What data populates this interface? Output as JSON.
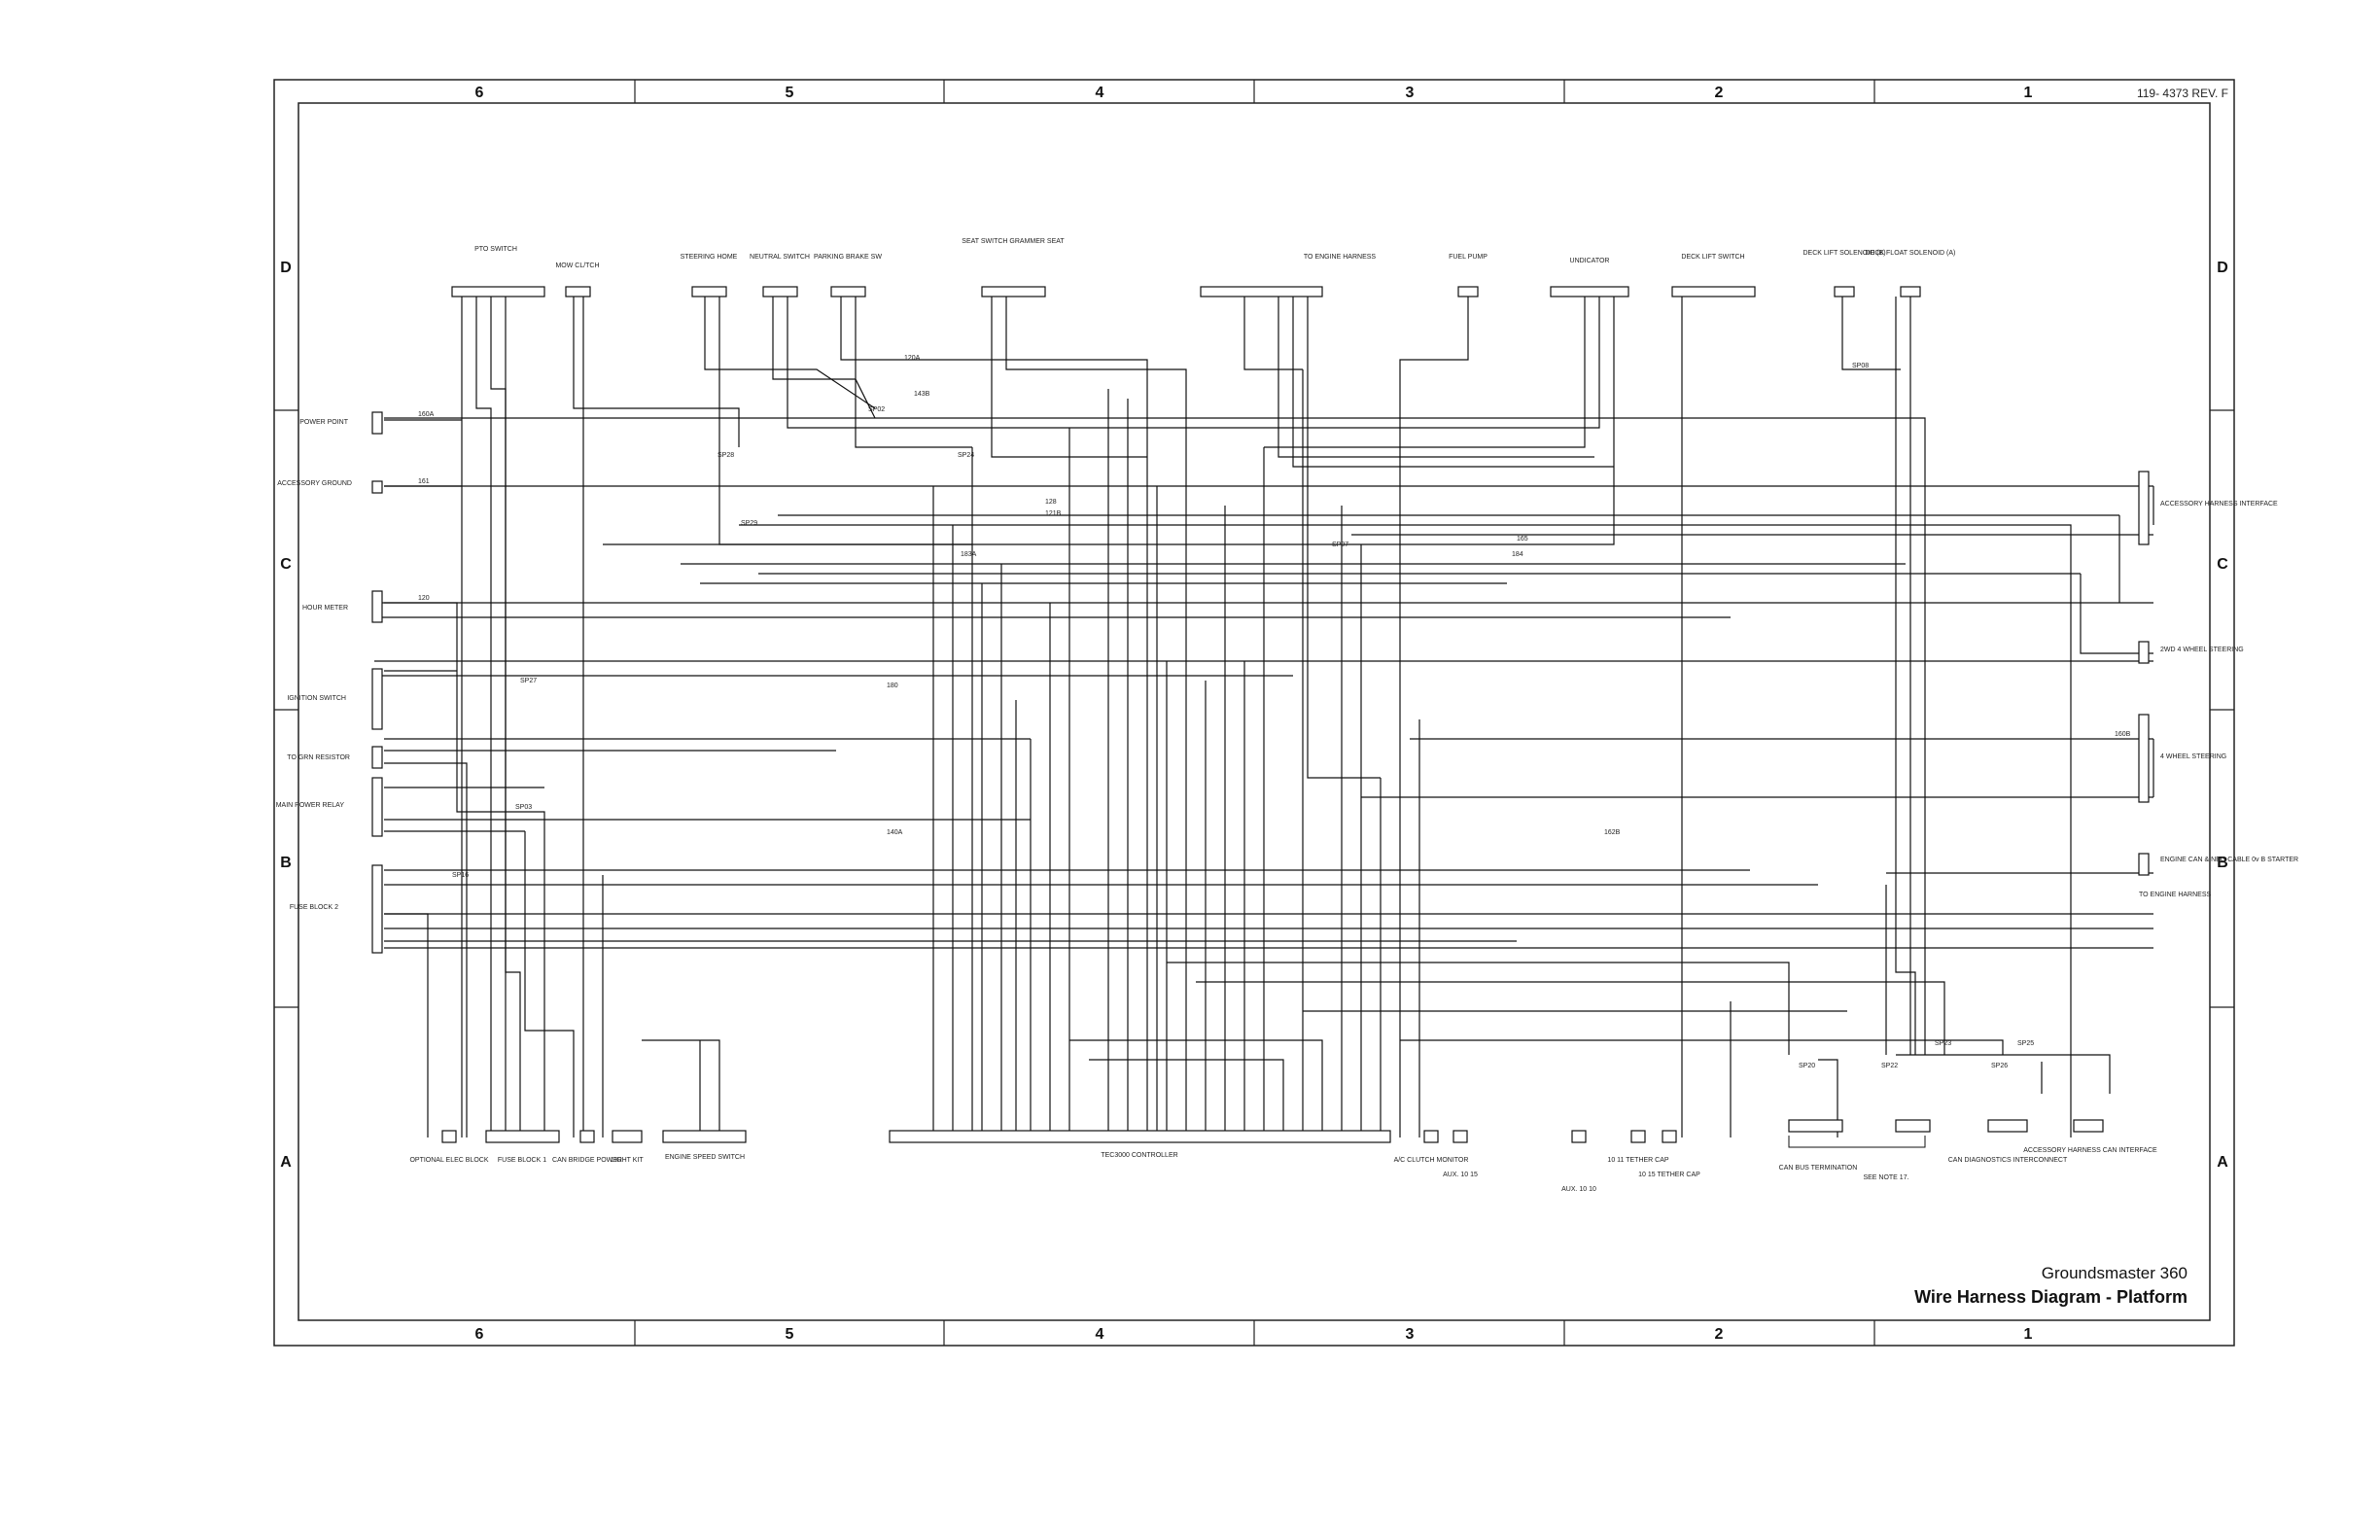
{
  "drawing_number": "119- 4373 REV. F",
  "title": {
    "model": "Groundsmaster 360",
    "name": "Wire Harness Diagram -  Platform"
  },
  "columns": [
    "6",
    "5",
    "4",
    "3",
    "2",
    "1"
  ],
  "rows": [
    "D",
    "C",
    "B",
    "A"
  ],
  "top_components": [
    "PTO SWITCH",
    "MOW CL/TCH",
    "STEERING HOME",
    "NEUTRAL SWITCH",
    "PARKING BRAKE SW",
    "SEAT SWITCH GRAMMER SEAT",
    "TO ENGINE HARNESS",
    "FUEL PUMP",
    "UNDICATOR",
    "DECK LIFT SWITCH",
    "DECK LIFT SOLENOID (B)",
    "DECK FLOAT SOLENOID (A)"
  ],
  "left_components": [
    "POWER POINT",
    "ACCESSORY GROUND",
    "HOUR METER",
    "IGNITION SWITCH",
    "TO GRN RESISTOR",
    "MAIN POWER RELAY",
    "FUSE BLOCK 2"
  ],
  "right_components": [
    "ACCESSORY HARNESS INTERFACE",
    "2WD 4 WHEEL STEERING",
    "4 WHEEL STEERING",
    "ENGINE CAN & NEG CABLE 0v B STARTER",
    "TO ENGINE HARNESS"
  ],
  "bottom_components": [
    "OPTIONAL ELEC BLOCK",
    "FUSE BLOCK 1",
    "CAN BRIDGE POWER",
    "LIGHT KIT",
    "ENGINE SPEED SWITCH",
    "TEC3000 CONTROLLER",
    "A/C CLUTCH MONITOR",
    "AUX. 10 15",
    "AUX. 10 10",
    "10 11 TETHER CAP",
    "10 15 TETHER CAP",
    "CAN BUS TERMINATION",
    "SEE NOTE 17.",
    "CAN DIAGNOSTICS INTERCONNECT",
    "ACCESSORY HARNESS CAN INTERFACE"
  ],
  "splices": [
    "SP02",
    "SP03",
    "SP07",
    "SP08",
    "SP16",
    "SP20",
    "SP22",
    "SP23",
    "SP24",
    "SP25",
    "SP26",
    "SP27",
    "SP28",
    "SP29"
  ],
  "wire_labels": [
    "160A",
    "161",
    "120",
    "120A",
    "143B",
    "162B",
    "128",
    "121B",
    "183A",
    "165",
    "184",
    "180",
    "140A",
    "160B"
  ]
}
